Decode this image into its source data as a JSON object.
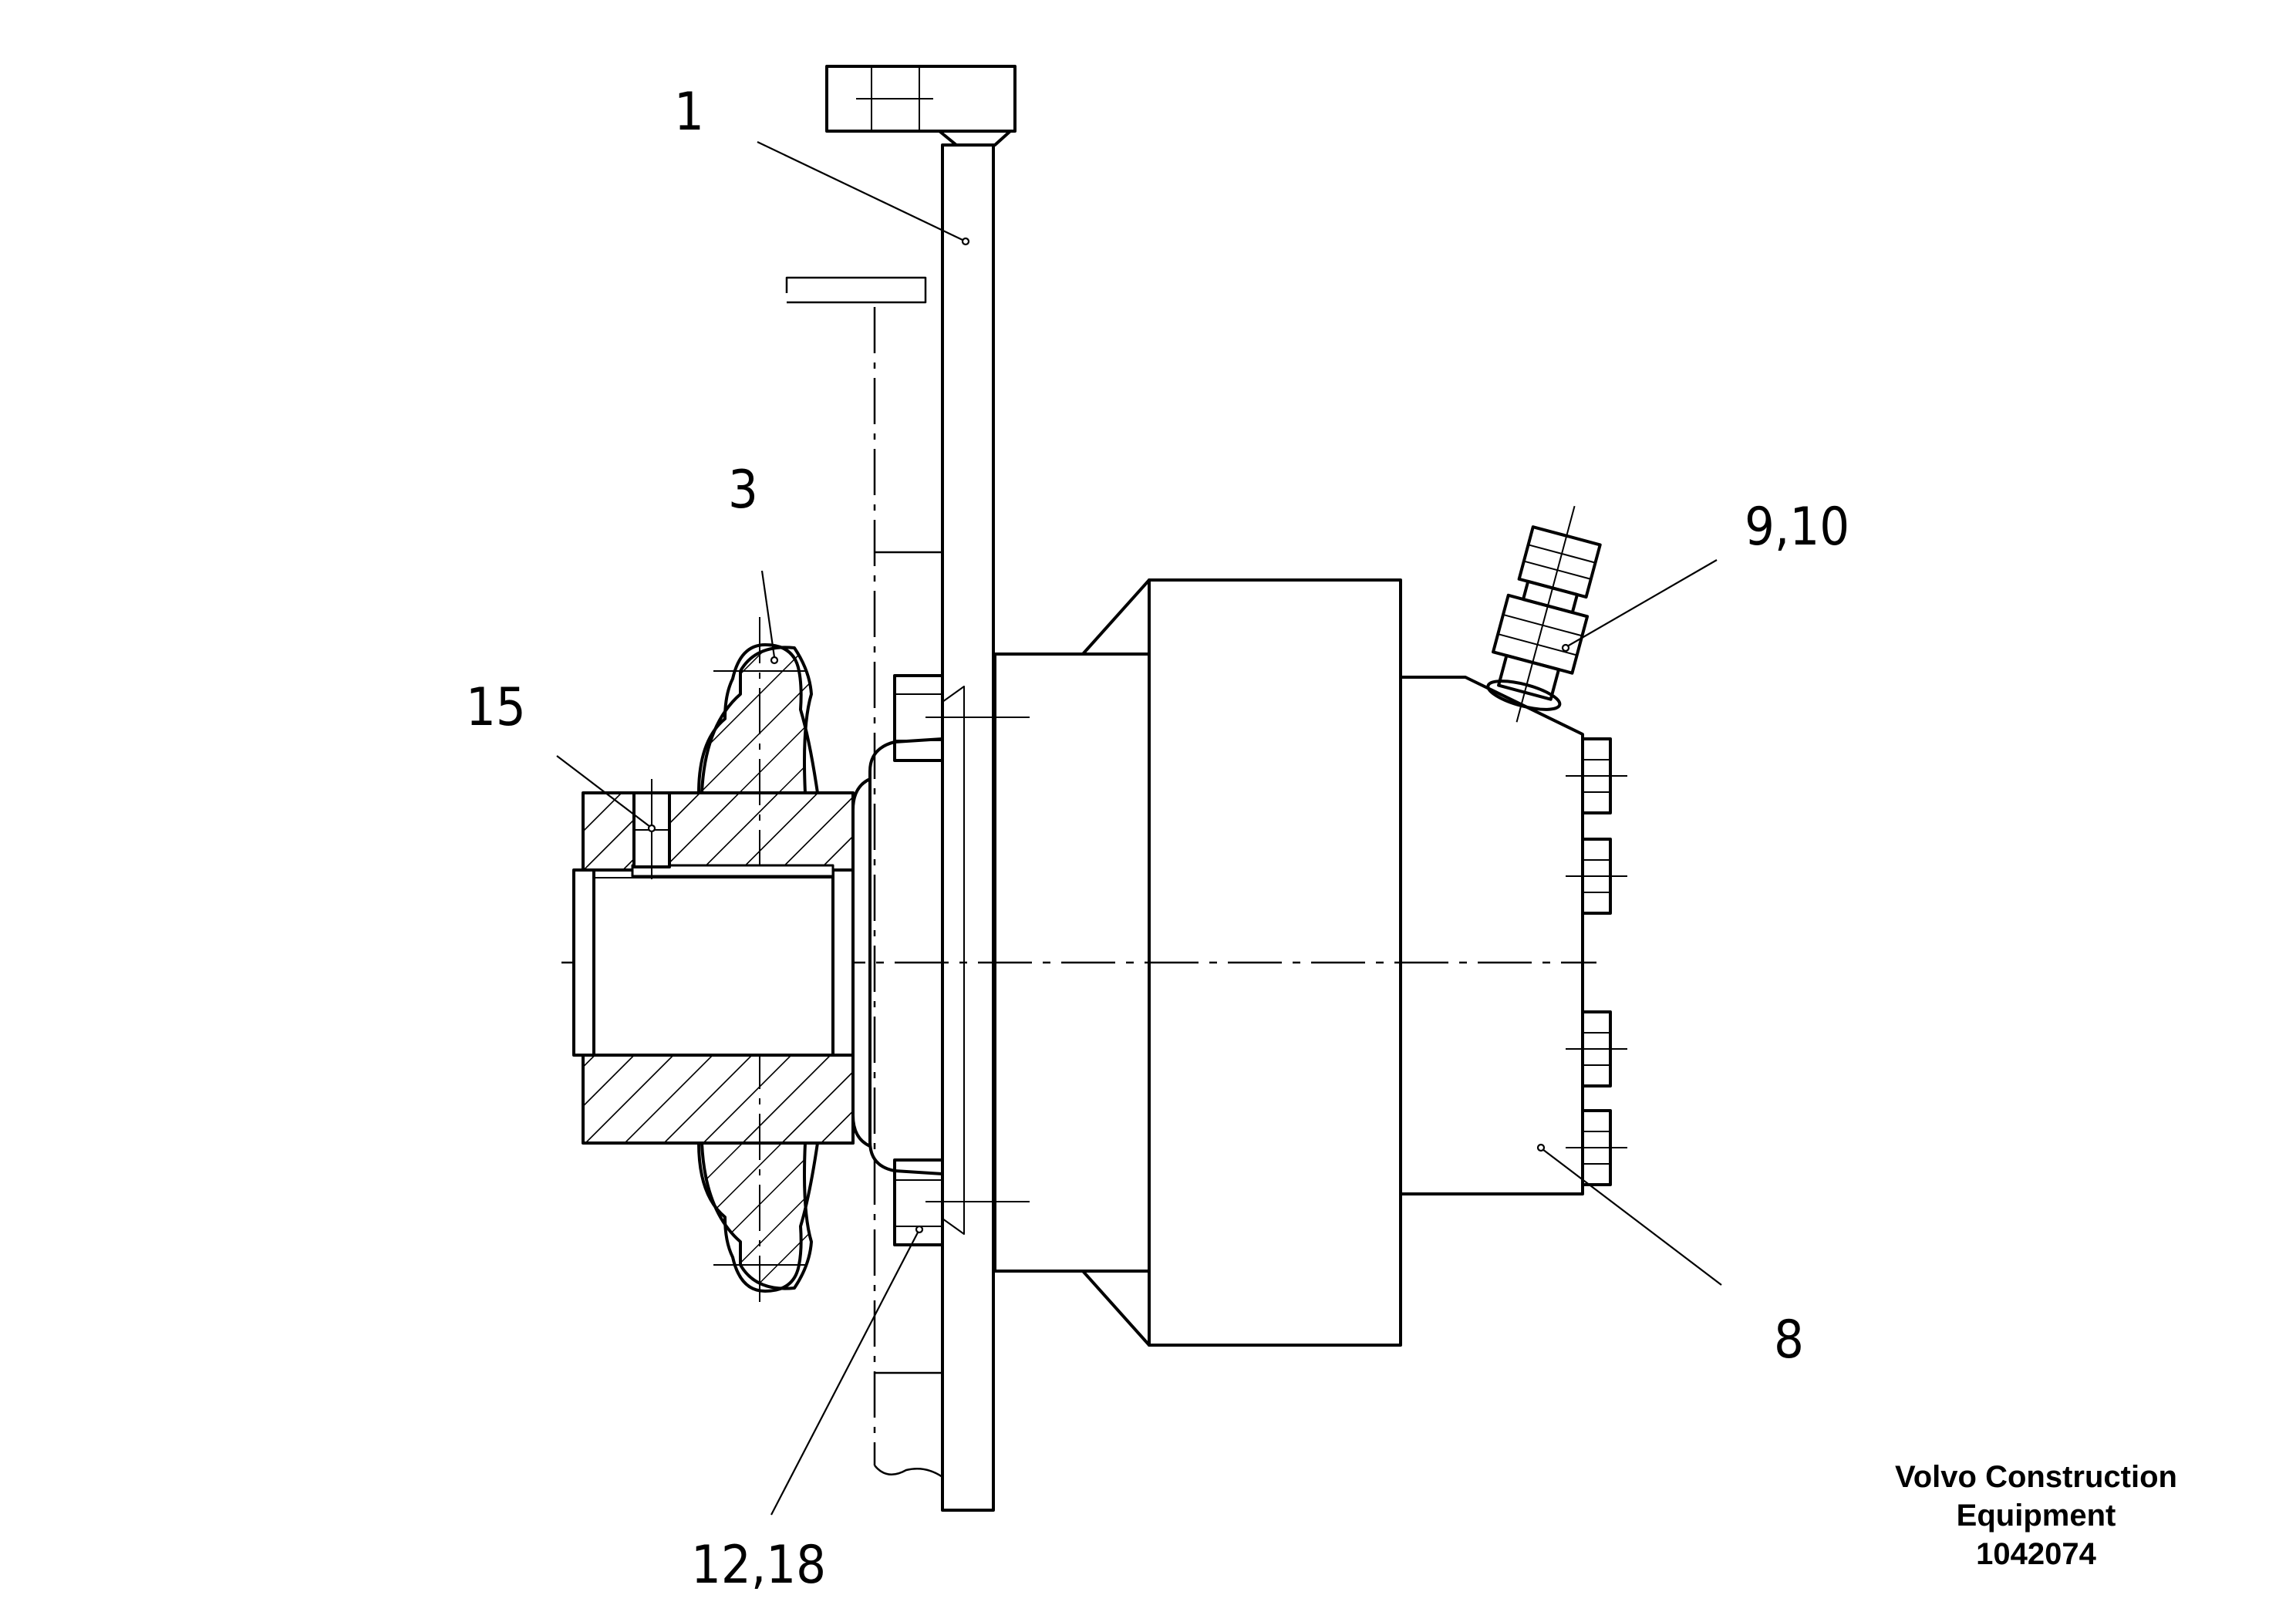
{
  "callouts": {
    "c1": "1",
    "c3": "3",
    "c15": "15",
    "c910": "9,10",
    "c8": "8",
    "c1218": "12,18"
  },
  "brand": {
    "line1": "Volvo Construction",
    "line2": "Equipment",
    "line3": "1042074"
  }
}
